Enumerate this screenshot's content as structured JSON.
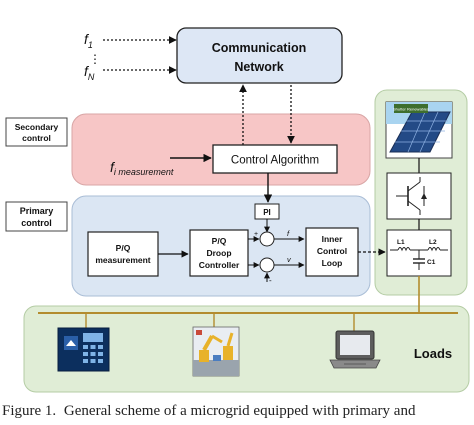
{
  "inputs": {
    "f1": "f",
    "f1_sub": "1",
    "fN": "f",
    "fN_sub": "N",
    "dots": "⋮"
  },
  "network": {
    "line1": "Communication",
    "line2": "Network"
  },
  "secondary": {
    "line1": "Secondary",
    "line2": "control"
  },
  "primary": {
    "line1": "Primary",
    "line2": "control"
  },
  "control_algorithm": "Control Algorithm",
  "measurement": {
    "f": "f",
    "sub": "i measurement"
  },
  "pi": "PI",
  "pq_measurement": {
    "line1": "P/Q",
    "line2": "measurement"
  },
  "droop": {
    "line1": "P/Q",
    "line2": "Droop",
    "line3": "Controller"
  },
  "inner_loop": {
    "line1": "Inner",
    "line2": "Control",
    "line3": "Loop"
  },
  "signals": {
    "f": "f",
    "v": "v",
    "plus": "+",
    "minus": "-"
  },
  "filter": {
    "l1": "L1",
    "l2": "L2",
    "c1": "C1"
  },
  "solar_label": "Shutter Renewables",
  "loads": "Loads",
  "caption": {
    "label": "Figure 1.",
    "text": "General scheme of a microgrid equipped with primary and"
  },
  "colors": {
    "network_fill": "#dde7f5",
    "secondary_fill": "#f7c6c6",
    "primary_fill": "#dbe6f3",
    "green_fill": "#e0edd6",
    "bus": "#b38c2e"
  }
}
